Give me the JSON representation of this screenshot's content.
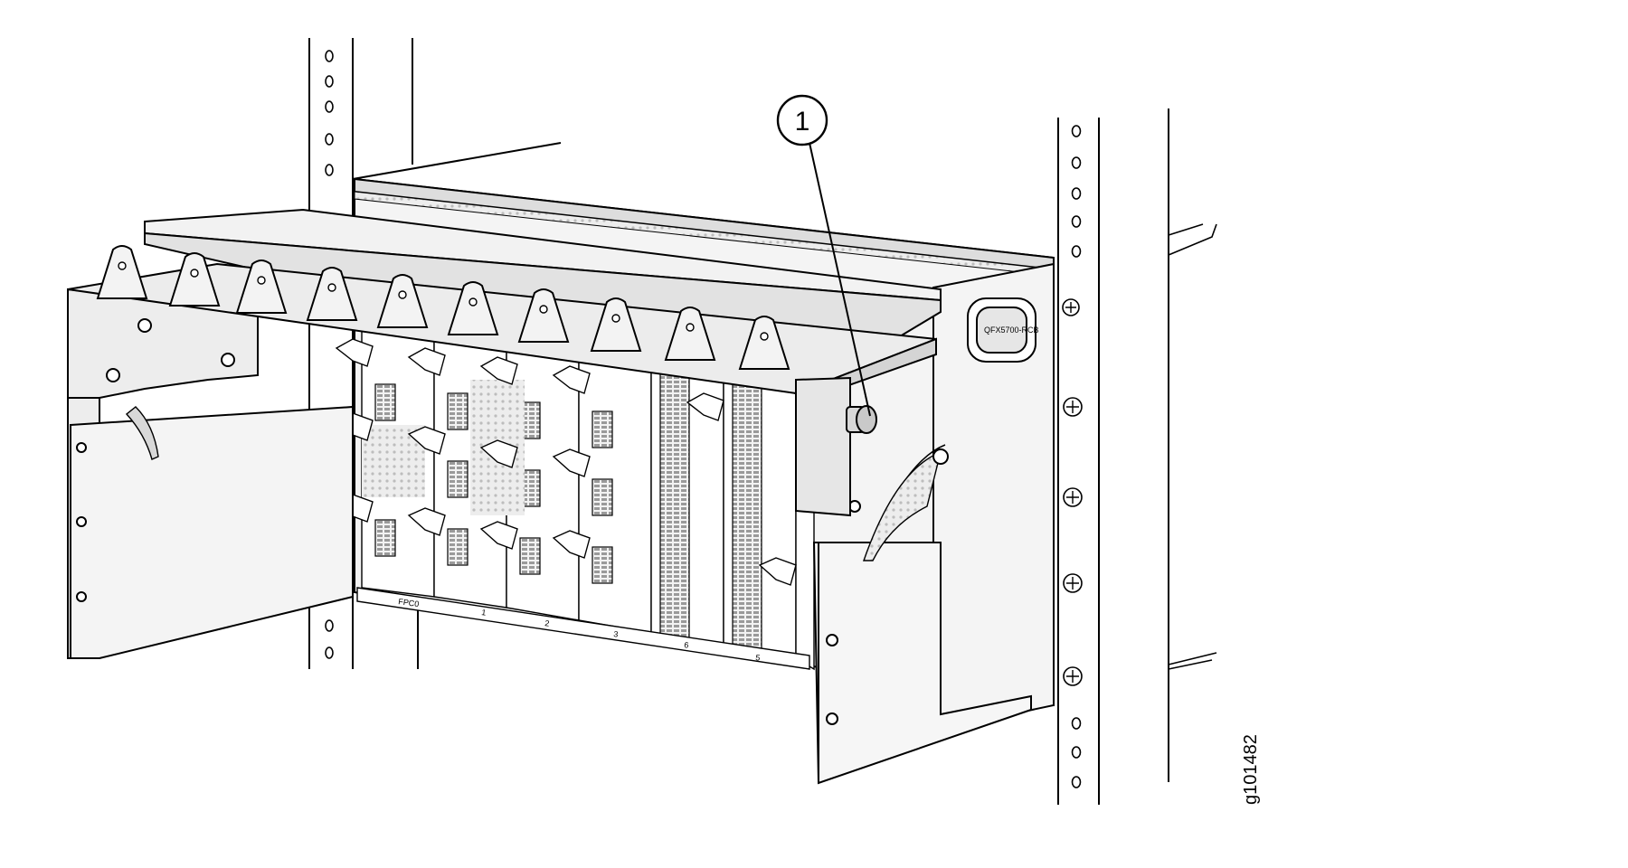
{
  "callouts": [
    {
      "label": "1"
    }
  ],
  "figure_id": "g101482",
  "chassis_label": "QFX5700-RCB",
  "fpc_slot_labels": [
    "FPC0",
    "1",
    "2",
    "3",
    "6",
    "5"
  ],
  "colors": {
    "line": "#000000",
    "panel_fill": "#ededed",
    "panel_light": "#f4f4f4",
    "port_fill": "#cfcfcf"
  }
}
